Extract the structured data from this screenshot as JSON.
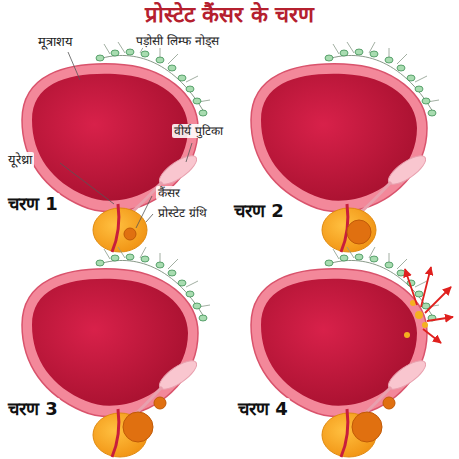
{
  "diagram": {
    "title": "प्रोस्टेट कैंसर के चरण",
    "labels": [
      "मूत्राशय",
      "पड़ोसी लिम्फ नोड्स",
      "यूरेथ्रा",
      "वीर्य पुटिका",
      "चरण 1",
      "कैंसर",
      "प्रोस्टेट ग्रंथि",
      "चरण 2",
      "चरण 3",
      "चरण 4"
    ]
  }
}
